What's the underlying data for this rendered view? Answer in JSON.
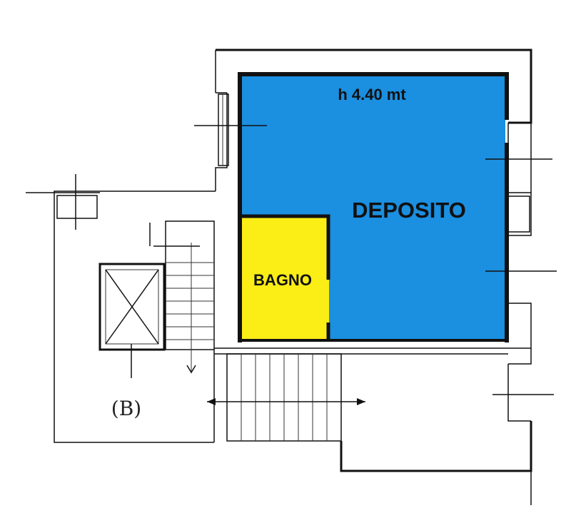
{
  "rooms": {
    "deposito": {
      "label": "DEPOSITO",
      "height_note": "h 4.40 mt",
      "color": "#1b8fe0"
    },
    "bagno": {
      "label": "BAGNO",
      "color": "#fbed16"
    }
  },
  "building_mark": "(B)",
  "colors": {
    "wall": "#111111",
    "background": "#ffffff"
  }
}
